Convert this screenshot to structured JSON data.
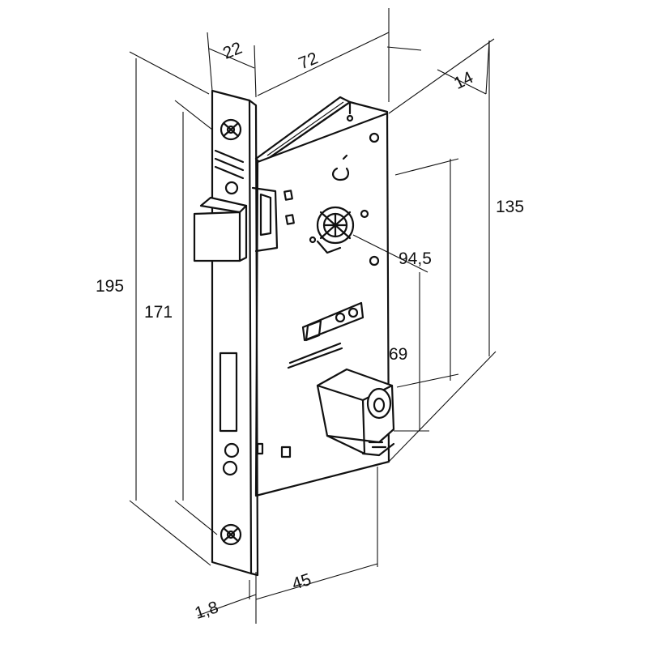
{
  "dimensions": {
    "height_total": "195",
    "height_faceplate": "171",
    "faceplate_width": "22",
    "body_depth": "72",
    "case_thickness": "14",
    "case_height": "135",
    "spindle_to_cylinder": "94,5",
    "cylinder_height": "69",
    "backset": "45",
    "faceplate_thickness": "1,8"
  }
}
